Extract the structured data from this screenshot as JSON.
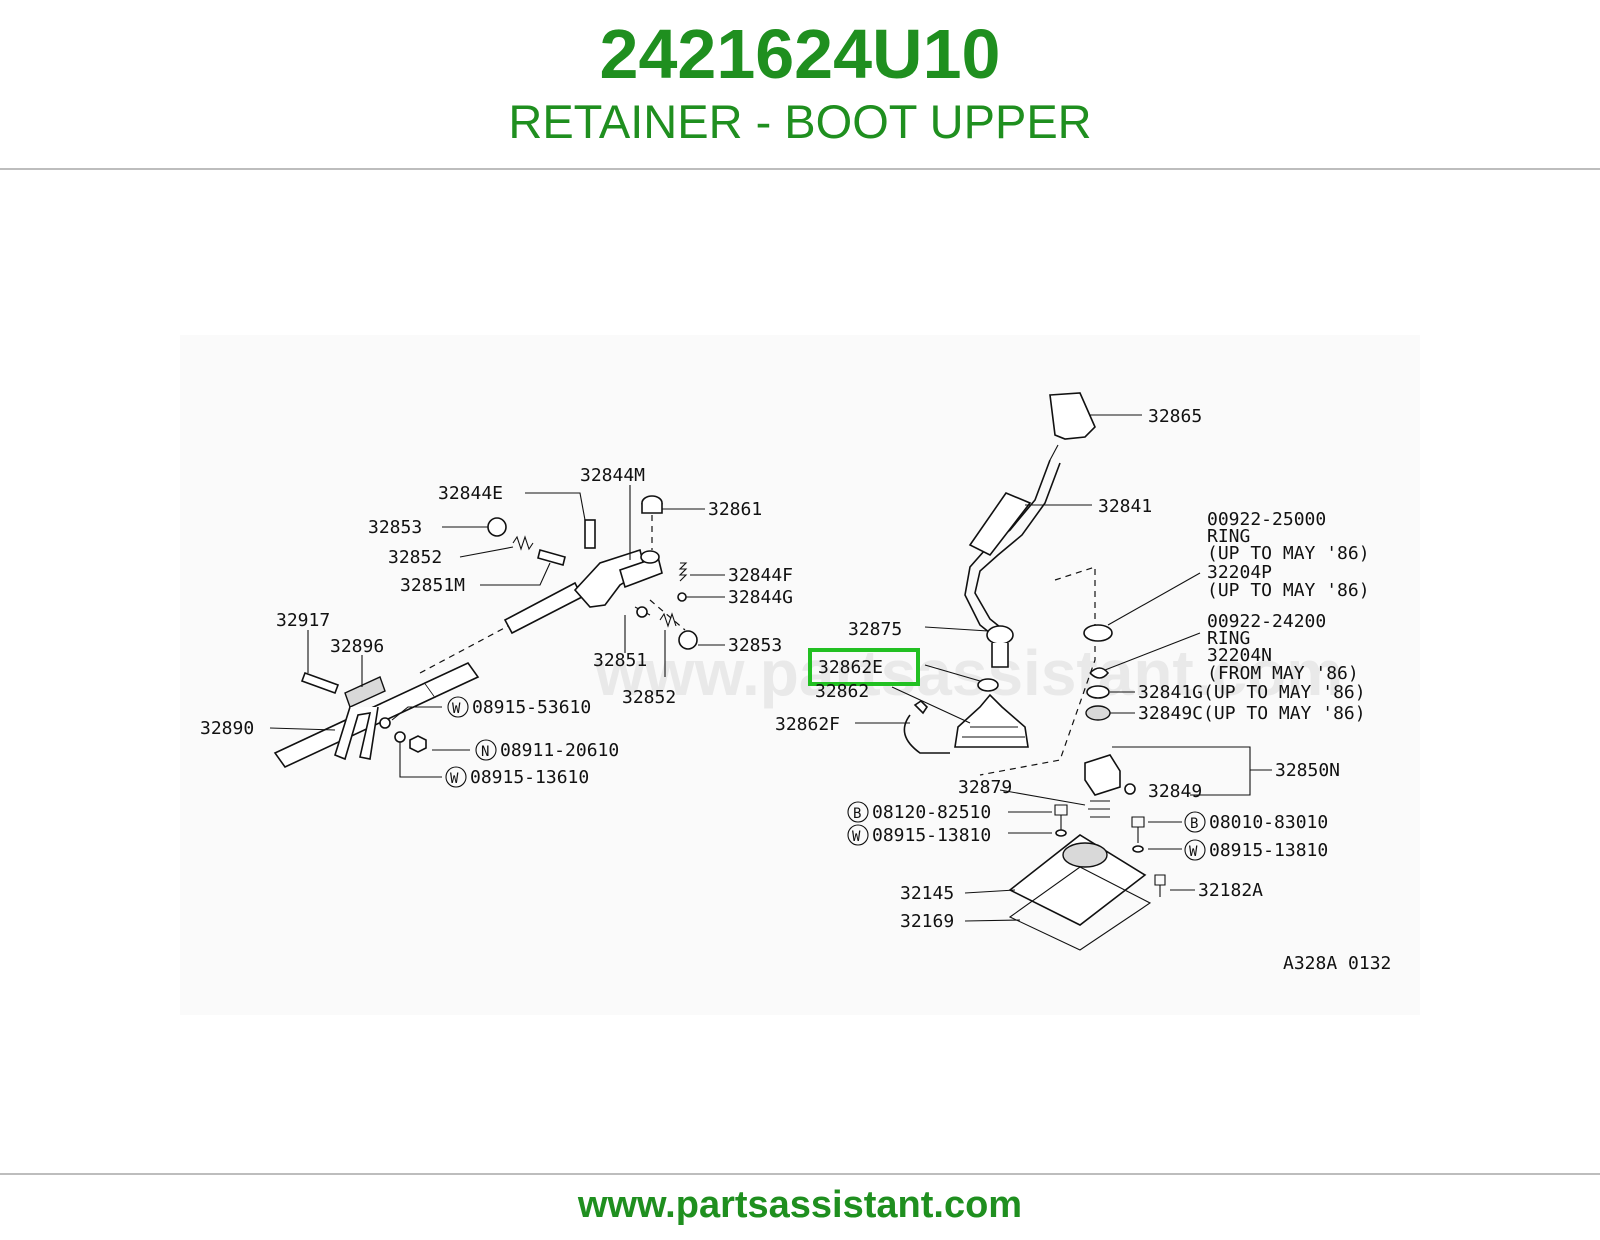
{
  "header": {
    "part_number": "2421624U10",
    "part_name": "RETAINER - BOOT UPPER"
  },
  "diagram": {
    "watermark": "www.partsassistant.com",
    "figure_code": "A328A 0132",
    "highlighted_label": "32862E",
    "labels": [
      "32865",
      "32841",
      "00922-25000",
      "RING",
      "(UP TO MAY '86)",
      "32204P",
      "(UP TO MAY '86)",
      "00922-24200",
      "RING",
      "32204N",
      "(FROM MAY '86)",
      "32875",
      "32862E",
      "32862",
      "32841G(UP TO MAY '86)",
      "32849C(UP TO MAY '86)",
      "32862F",
      "32850N",
      "32879",
      "32849",
      "08120-82510",
      "08915-13810",
      "08010-83010",
      "08915-13810",
      "32145",
      "32182A",
      "32169",
      "32844M",
      "32844E",
      "32861",
      "32853",
      "32852",
      "32851M",
      "32844F",
      "32844G",
      "32917",
      "32896",
      "32851",
      "32853",
      "32852",
      "32890",
      "08915-53610",
      "08911-20610",
      "08915-13610"
    ]
  },
  "footer": {
    "url": "www.partsassistant.com"
  },
  "colors": {
    "brand_green": "#1f8f1f",
    "highlight_green": "#22c022",
    "rule_gray": "#bdbdbd"
  }
}
